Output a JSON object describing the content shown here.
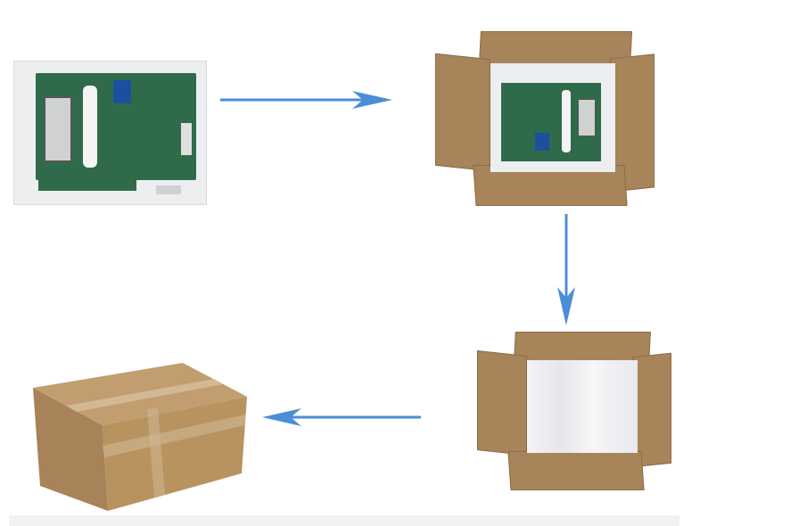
{
  "steps": [
    {
      "name": "board-in-foam",
      "icon": "pcb-photo"
    },
    {
      "name": "foam-in-open-box",
      "icon": "open-box-photo"
    },
    {
      "name": "foam-cover-in-box",
      "icon": "open-box-foam-photo"
    },
    {
      "name": "sealed-box",
      "icon": "closed-box-photo"
    }
  ],
  "colors": {
    "arrow": "#4a8fd6",
    "cardboard": "#b08a5e",
    "foam": "#eceef0",
    "pcb": "#2f6b4a"
  }
}
